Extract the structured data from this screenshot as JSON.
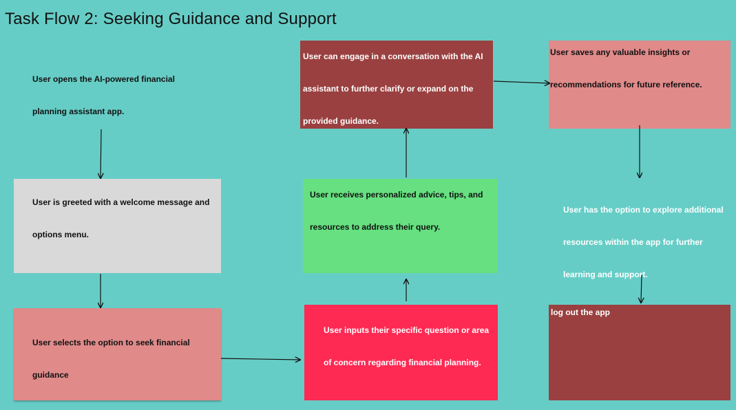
{
  "title": "Task Flow 2: Seeking Guidance and Support",
  "colors": {
    "background": "#66cdc6",
    "gray_box": "#d9d9d9",
    "pink_box": "#e08a8a",
    "dark_red_box": "#9a4040",
    "green_box": "#66e080",
    "red_box": "#fe2a54"
  },
  "steps": {
    "open_app": "User opens the AI-powered financial planning assistant app.",
    "greeted": "User is greeted with a welcome message and options menu.",
    "select_option": "User selects the option to seek financial guidance",
    "input_question": "User inputs their specific question or area of concern regarding financial planning.",
    "receive_advice": "User receives personalized advice, tips, and resources to address their query.",
    "conversation": "User can engage in a conversation with the AI assistant to further clarify or expand on the provided guidance.",
    "save_insights": "User saves any valuable insights or recommendations for future reference.",
    "explore_resources": "User has the option to explore additional resources within the app for further learning and support.",
    "log_out": "log out the app"
  }
}
